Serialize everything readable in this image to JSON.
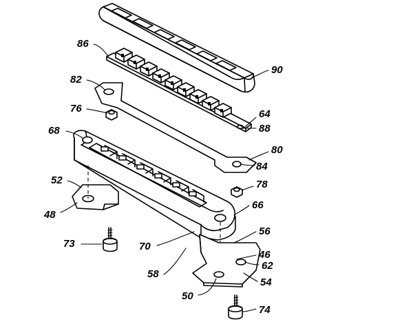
{
  "figure": {
    "labels": {
      "l90": "90",
      "l86": "86",
      "l82": "82",
      "l76": "76",
      "l64": "64",
      "l88": "88",
      "l68": "68",
      "l80": "80",
      "l84": "84",
      "l52": "52",
      "l78": "78",
      "l48": "48",
      "l66": "66",
      "l73": "73",
      "l70": "70",
      "l56": "56",
      "l46": "46",
      "l58": "58",
      "l62": "62",
      "l54": "54",
      "l50": "50",
      "l74": "74"
    }
  }
}
